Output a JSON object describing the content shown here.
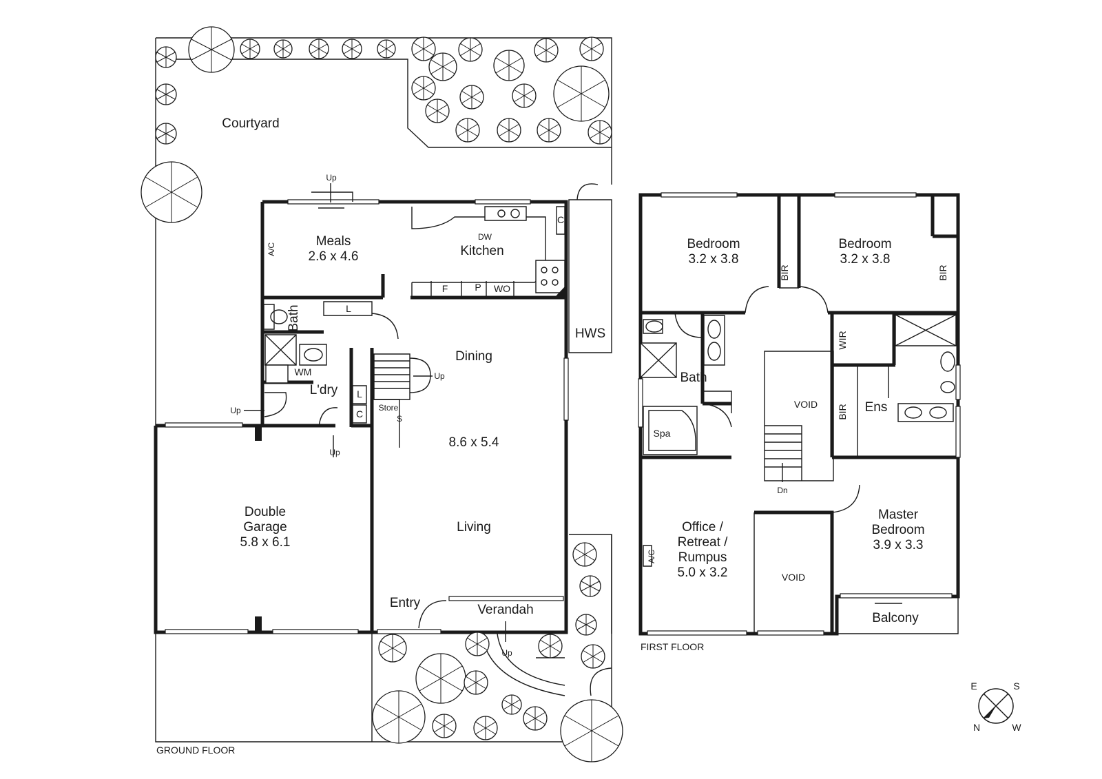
{
  "ground_floor": {
    "caption": "GROUND FLOOR",
    "rooms": {
      "courtyard": "Courtyard",
      "meals_name": "Meals",
      "meals_size": "2.6 x 4.6",
      "kitchen": "Kitchen",
      "dw": "DW",
      "c_kitchen": "C",
      "f": "F",
      "p": "P",
      "wo": "WO",
      "ac": "A/C",
      "hws": "HWS",
      "bath": "Bath",
      "l_bath": "L",
      "wm": "WM",
      "ldry": "L'dry",
      "l_store": "L",
      "c_store": "C",
      "store": "Store",
      "s": "S",
      "dining": "Dining",
      "living_size": "8.6 x 5.4",
      "living": "Living",
      "garage_line1": "Double",
      "garage_line2": "Garage",
      "garage_size": "5.8 x 6.1",
      "entry": "Entry",
      "verandah": "Verandah"
    },
    "up_labels": [
      "Up",
      "Up",
      "Up",
      "Up",
      "Up"
    ]
  },
  "first_floor": {
    "caption": "FIRST FLOOR",
    "rooms": {
      "bed1_name": "Bedroom",
      "bed1_size": "3.2 x 3.8",
      "bed2_name": "Bedroom",
      "bed2_size": "3.2 x 3.8",
      "bir1": "BIR",
      "bir2": "BIR",
      "bir3": "BIR",
      "wir": "WIR",
      "bath": "Bath",
      "spa": "Spa",
      "void1": "VOID",
      "void2": "VOID",
      "ens": "Ens",
      "dn": "Dn",
      "office_l1": "Office /",
      "office_l2": "Retreat /",
      "office_l3": "Rumpus",
      "office_size": "5.0 x 3.2",
      "ac": "A/C",
      "master_l1": "Master",
      "master_l2": "Bedroom",
      "master_size": "3.9 x 3.3",
      "balcony": "Balcony"
    }
  },
  "compass": {
    "e": "E",
    "s": "S",
    "n": "N",
    "w": "W"
  }
}
